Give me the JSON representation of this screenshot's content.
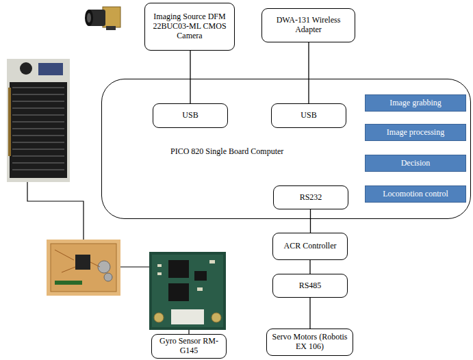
{
  "diagram": {
    "nodes": [
      {
        "text": [
          "Imaging Source DFM 22BUC03-ML CMOS Camera"
        ]
      },
      {
        "text": [
          "DWA-131 Wireless Adapter"
        ]
      },
      {
        "text": [
          "PICO 820 Single Board Computer"
        ]
      },
      {
        "text": [
          "USB"
        ],
        "in": 2
      },
      {
        "text": [
          "USB"
        ],
        "in": 2
      },
      {
        "text": [
          "Image grabbing"
        ],
        "in": 2
      },
      {
        "text": [
          "Image processing"
        ],
        "in": 2
      },
      {
        "text": [
          "Decision"
        ],
        "in": 2
      },
      {
        "text": [
          "Locomotion control"
        ],
        "in": 2
      },
      {
        "text": [
          "RS232"
        ],
        "in": 2
      },
      {
        "text": [
          "ACR Controller"
        ]
      },
      {
        "text": [
          "RS485"
        ]
      },
      {
        "text": [
          "Servo Motors (Robotis EX 106)"
        ]
      },
      {
        "text": [
          "Gyro Sensor RM-G145"
        ]
      }
    ],
    "edges": [
      {
        "from": 0,
        "to": 3,
        "arrow": "none"
      },
      {
        "from": 1,
        "to": 4,
        "arrow": "none"
      },
      {
        "from": 9,
        "to": 10,
        "arrow": "none"
      },
      {
        "from": 10,
        "to": 11,
        "arrow": "none"
      },
      {
        "from": 11,
        "to": 12,
        "arrow": "none"
      }
    ]
  }
}
